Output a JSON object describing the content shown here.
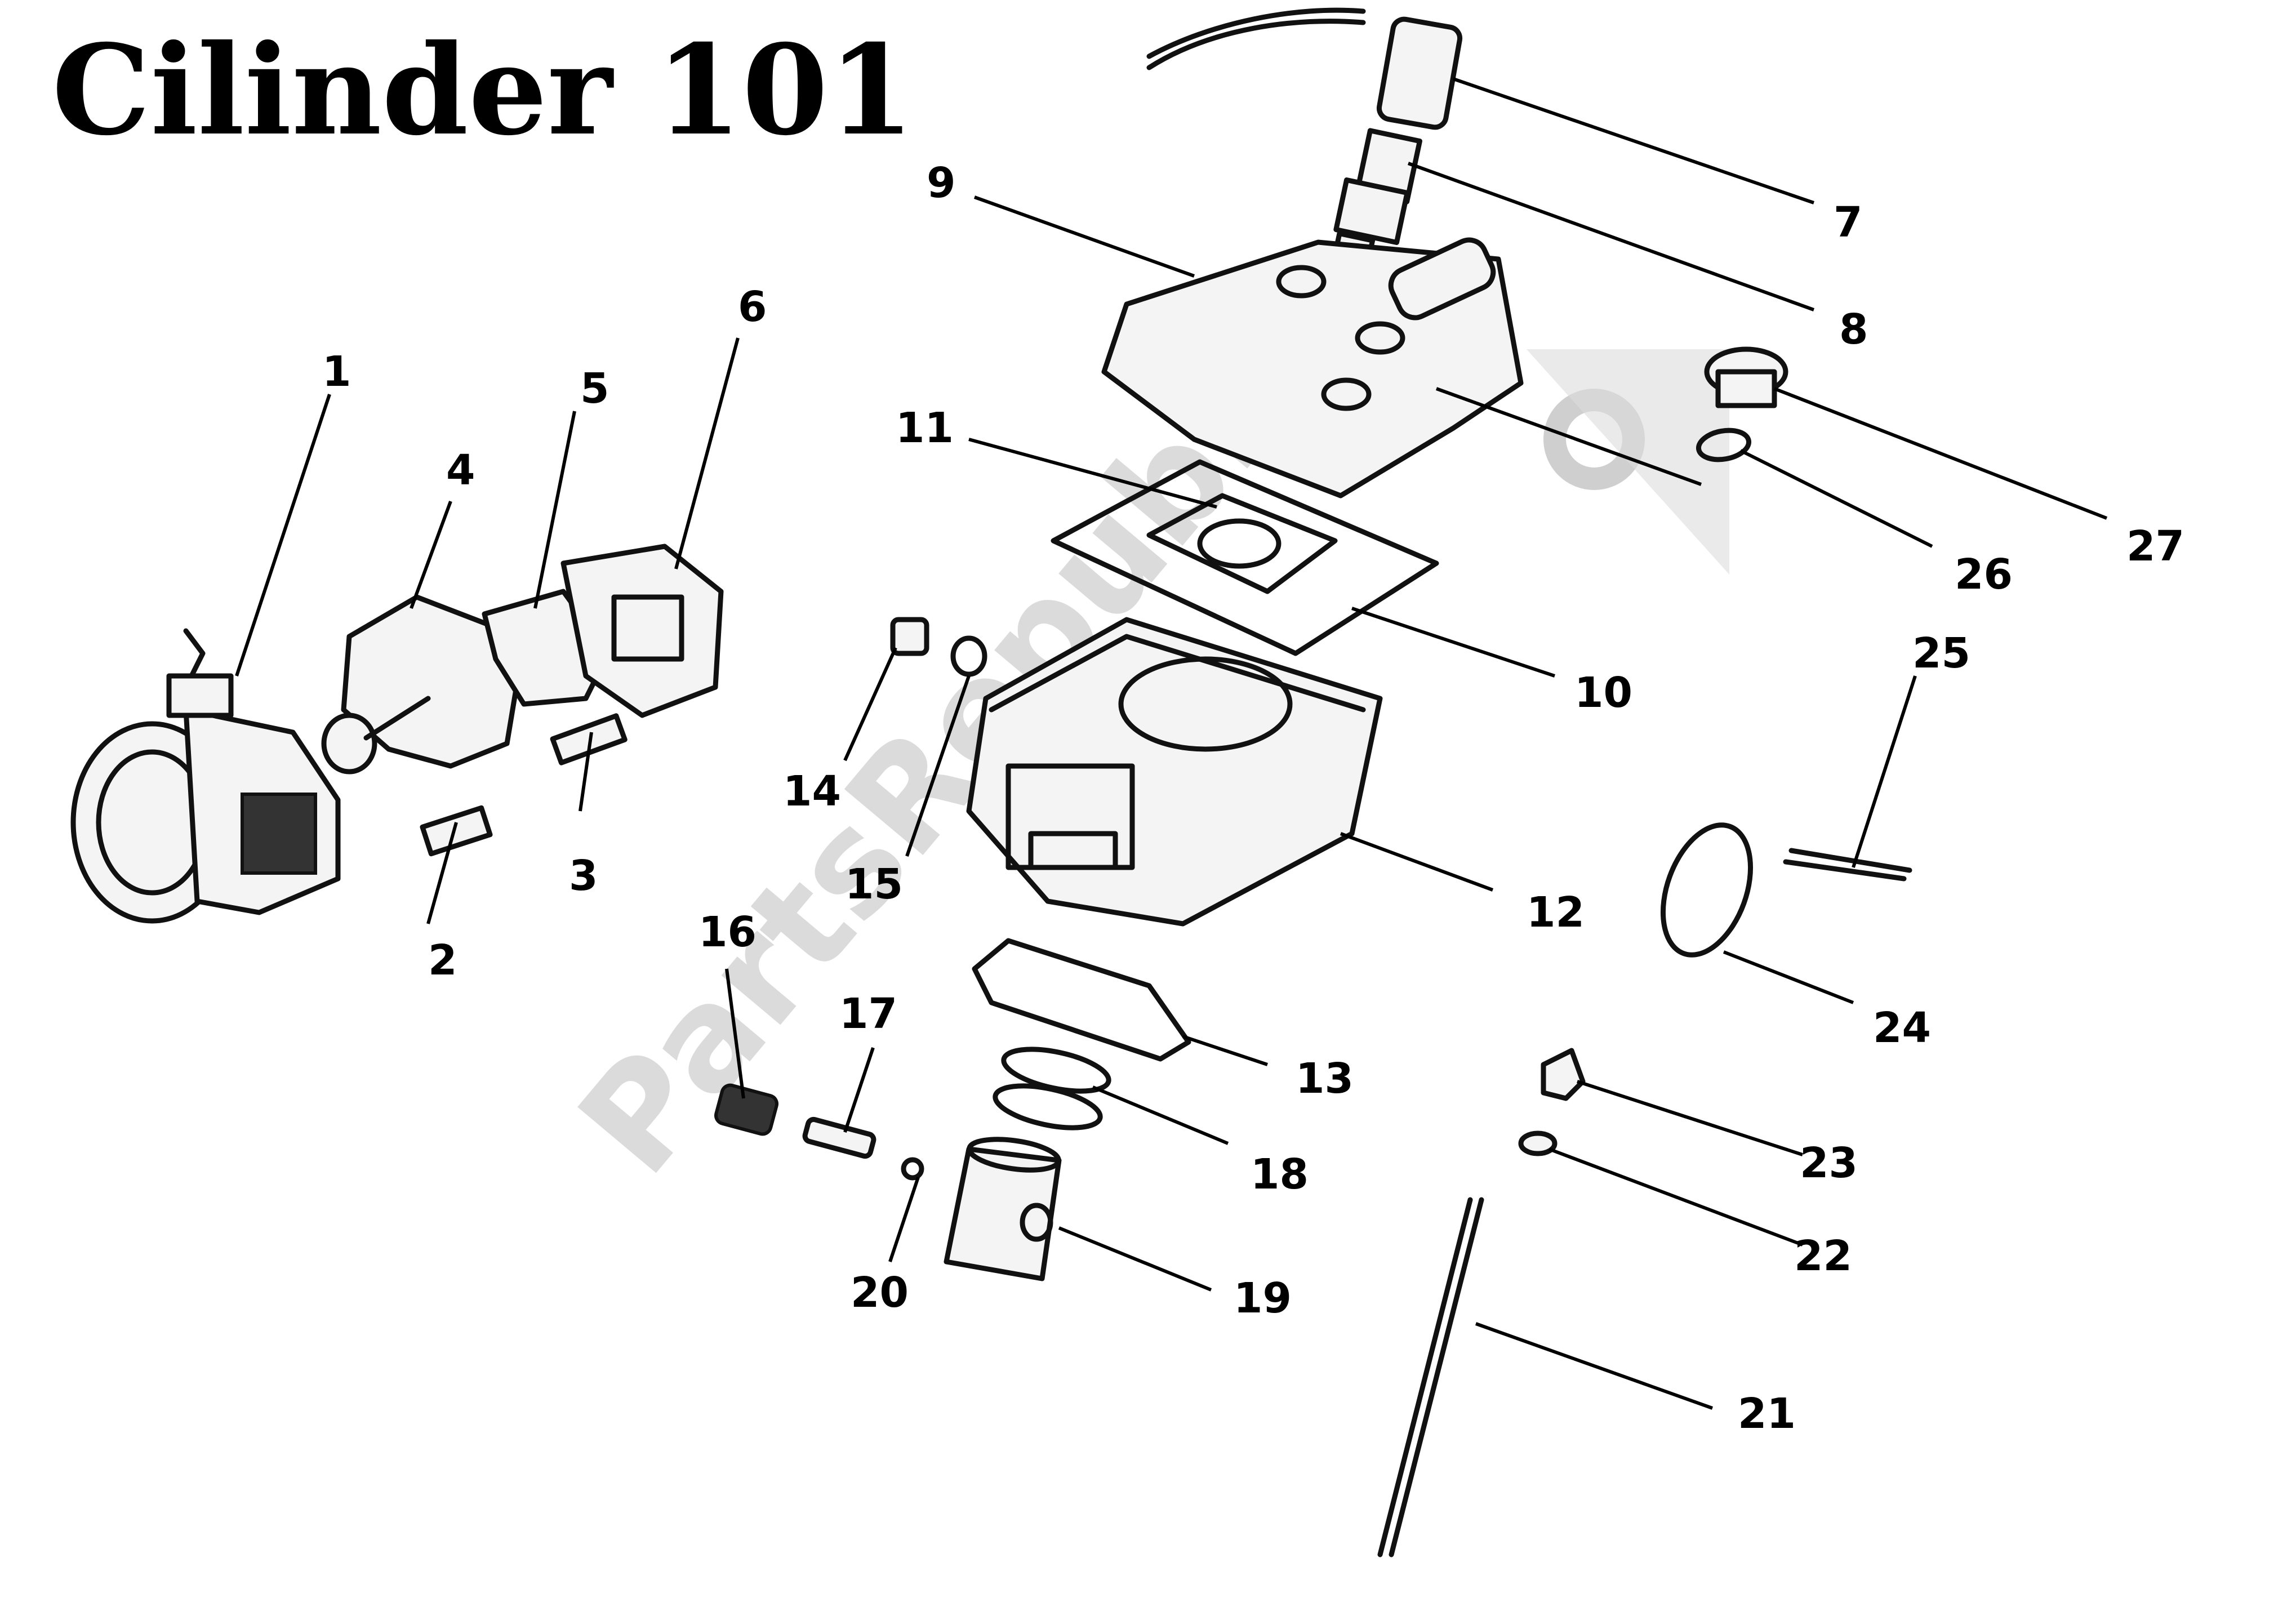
{
  "title": "Cilinder 101",
  "watermark": "PartsRepublik",
  "parts": [
    {
      "id": "1",
      "label": "1"
    },
    {
      "id": "2",
      "label": "2"
    },
    {
      "id": "3",
      "label": "3"
    },
    {
      "id": "4",
      "label": "4"
    },
    {
      "id": "5",
      "label": "5"
    },
    {
      "id": "6",
      "label": "6"
    },
    {
      "id": "7",
      "label": "7"
    },
    {
      "id": "8",
      "label": "8"
    },
    {
      "id": "9",
      "label": "9"
    },
    {
      "id": "10",
      "label": "10"
    },
    {
      "id": "11",
      "label": "11"
    },
    {
      "id": "12",
      "label": "12"
    },
    {
      "id": "13",
      "label": "13"
    },
    {
      "id": "14",
      "label": "14"
    },
    {
      "id": "15",
      "label": "15"
    },
    {
      "id": "16",
      "label": "16"
    },
    {
      "id": "17",
      "label": "17"
    },
    {
      "id": "18",
      "label": "18"
    },
    {
      "id": "19",
      "label": "19"
    },
    {
      "id": "20",
      "label": "20"
    },
    {
      "id": "21",
      "label": "21"
    },
    {
      "id": "22",
      "label": "22"
    },
    {
      "id": "23",
      "label": "23"
    },
    {
      "id": "24",
      "label": "24"
    },
    {
      "id": "25",
      "label": "25"
    },
    {
      "id": "26",
      "label": "26"
    },
    {
      "id": "27",
      "label": "27"
    }
  ]
}
